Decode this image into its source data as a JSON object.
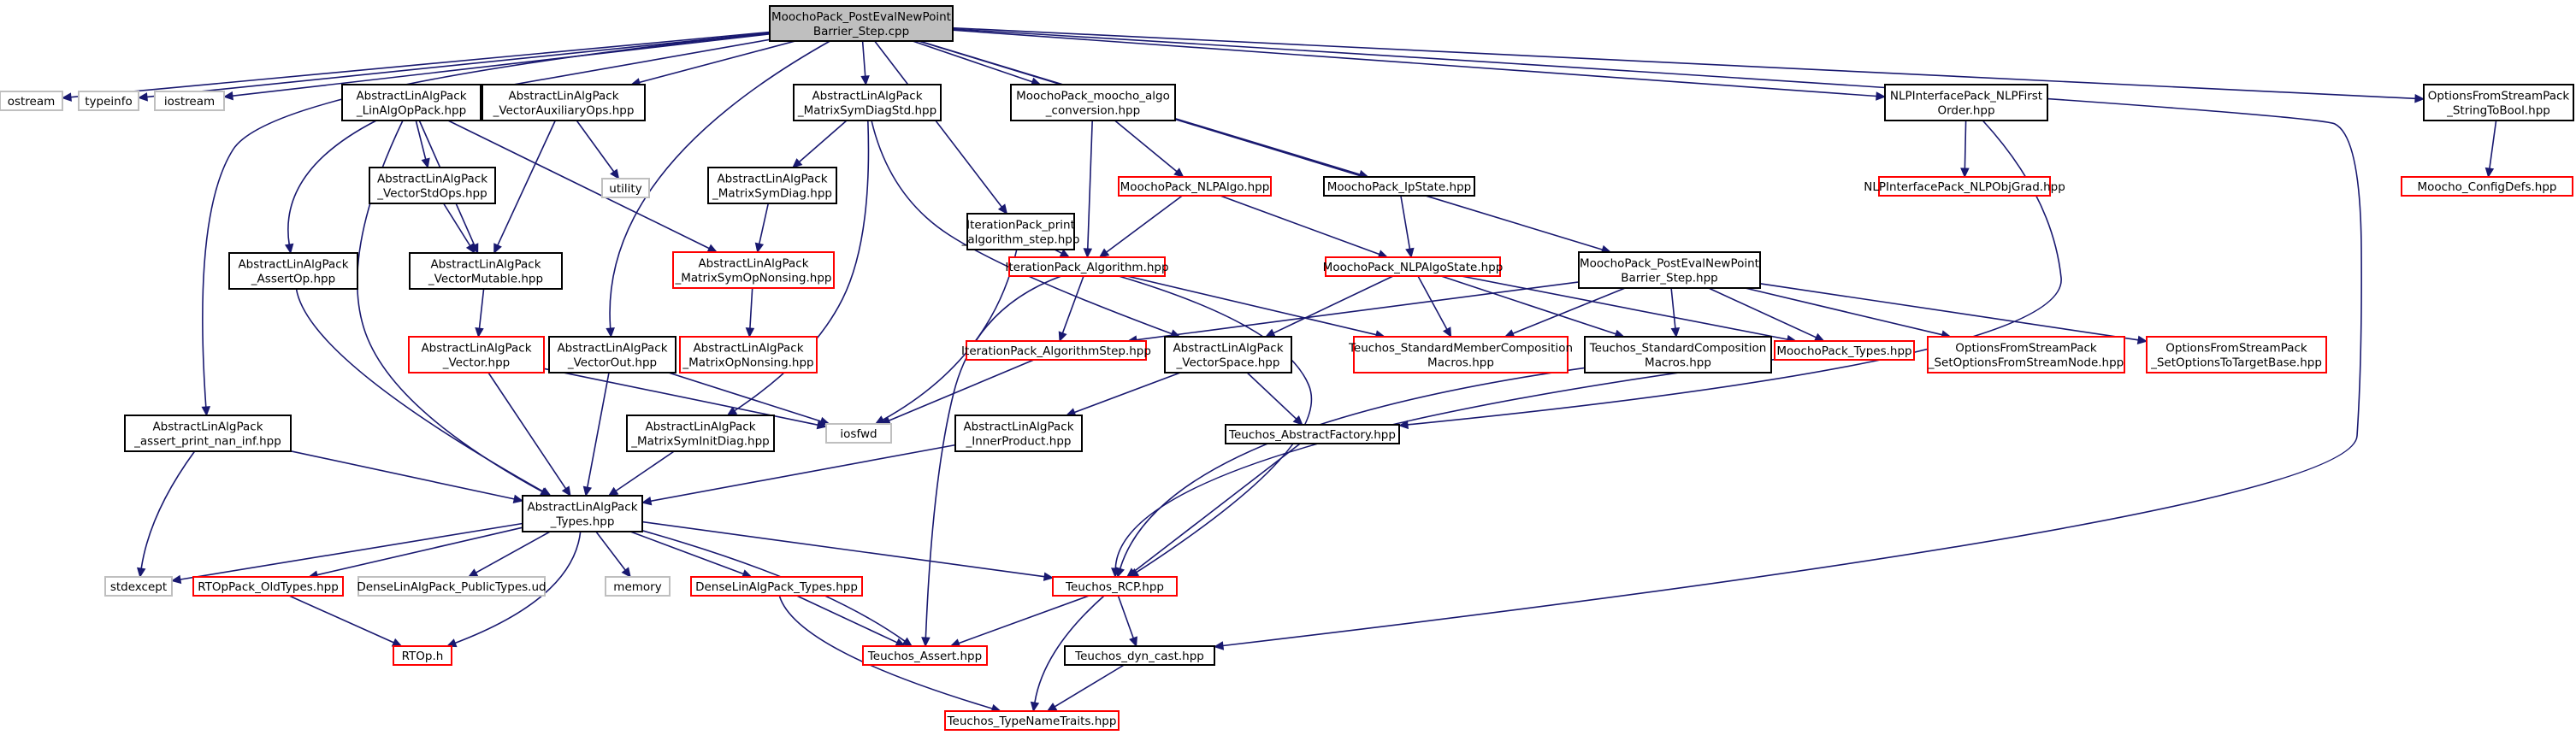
{
  "diagram": {
    "colors": {
      "edge": "#191970",
      "root_fill": "#bfbfbf",
      "root_border": "#000000",
      "documented_border": "#000000",
      "incomplete_border": "#ff0000",
      "external_border": "#bfbfbf"
    },
    "nodes": [
      {
        "id": "root",
        "lines": [
          "MoochoPack_PostEvalNewPoint",
          "Barrier_Step.cpp"
        ],
        "kind": "root"
      },
      {
        "id": "ostream",
        "lines": [
          "ostream"
        ],
        "kind": "external"
      },
      {
        "id": "typeinfo",
        "lines": [
          "typeinfo"
        ],
        "kind": "external"
      },
      {
        "id": "iostream",
        "lines": [
          "iostream"
        ],
        "kind": "external"
      },
      {
        "id": "linalgop",
        "lines": [
          "AbstractLinAlgPack",
          "_LinAlgOpPack.hpp"
        ],
        "kind": "documented"
      },
      {
        "id": "vecaux",
        "lines": [
          "AbstractLinAlgPack",
          "_VectorAuxiliaryOps.hpp"
        ],
        "kind": "documented"
      },
      {
        "id": "msdstd",
        "lines": [
          "AbstractLinAlgPack",
          "_MatrixSymDiagStd.hpp"
        ],
        "kind": "documented"
      },
      {
        "id": "itprint",
        "lines": [
          "IterationPack_print",
          "_algorithm_step.hpp"
        ],
        "kind": "documented"
      },
      {
        "id": "algoconv",
        "lines": [
          "MoochoPack_moocho_algo",
          "_conversion.hpp"
        ],
        "kind": "documented"
      },
      {
        "id": "nlpfirst",
        "lines": [
          "NLPInterfacePack_NLPFirst",
          "Order.hpp"
        ],
        "kind": "documented"
      },
      {
        "id": "stringtobool",
        "lines": [
          "OptionsFromStreamPack",
          "_StringToBool.hpp"
        ],
        "kind": "documented"
      },
      {
        "id": "vecstdops",
        "lines": [
          "AbstractLinAlgPack",
          "_VectorStdOps.hpp"
        ],
        "kind": "documented"
      },
      {
        "id": "utility",
        "lines": [
          "utility"
        ],
        "kind": "external"
      },
      {
        "id": "msdiag",
        "lines": [
          "AbstractLinAlgPack",
          "_MatrixSymDiag.hpp"
        ],
        "kind": "documented"
      },
      {
        "id": "nlpalgo",
        "lines": [
          "MoochoPack_NLPAlgo.hpp"
        ],
        "kind": "incomplete"
      },
      {
        "id": "ipstate",
        "lines": [
          "MoochoPack_IpState.hpp"
        ],
        "kind": "documented"
      },
      {
        "id": "nlpobjgrad",
        "lines": [
          "NLPInterfacePack_NLPObjGrad.hpp"
        ],
        "kind": "incomplete"
      },
      {
        "id": "configdefs",
        "lines": [
          "Moocho_ConfigDefs.hpp"
        ],
        "kind": "incomplete"
      },
      {
        "id": "assertop",
        "lines": [
          "AbstractLinAlgPack",
          "_AssertOp.hpp"
        ],
        "kind": "documented"
      },
      {
        "id": "vecmut",
        "lines": [
          "AbstractLinAlgPack",
          "_VectorMutable.hpp"
        ],
        "kind": "documented"
      },
      {
        "id": "msopnonsing",
        "lines": [
          "AbstractLinAlgPack",
          "_MatrixSymOpNonsing.hpp"
        ],
        "kind": "incomplete"
      },
      {
        "id": "italgo",
        "lines": [
          "IterationPack_Algorithm.hpp"
        ],
        "kind": "incomplete"
      },
      {
        "id": "nlpalgostate",
        "lines": [
          "MoochoPack_NLPAlgoState.hpp"
        ],
        "kind": "incomplete"
      },
      {
        "id": "barrierhpp",
        "lines": [
          "MoochoPack_PostEvalNewPoint",
          "Barrier_Step.hpp"
        ],
        "kind": "documented"
      },
      {
        "id": "vector",
        "lines": [
          "AbstractLinAlgPack",
          "_Vector.hpp"
        ],
        "kind": "incomplete"
      },
      {
        "id": "vecout",
        "lines": [
          "AbstractLinAlgPack",
          "_VectorOut.hpp"
        ],
        "kind": "documented"
      },
      {
        "id": "mopnonsing",
        "lines": [
          "AbstractLinAlgPack",
          "_MatrixOpNonsing.hpp"
        ],
        "kind": "incomplete"
      },
      {
        "id": "italgostep",
        "lines": [
          "IterationPack_AlgorithmStep.hpp"
        ],
        "kind": "incomplete"
      },
      {
        "id": "vecspace",
        "lines": [
          "AbstractLinAlgPack",
          "_VectorSpace.hpp"
        ],
        "kind": "documented"
      },
      {
        "id": "stdmembercomp",
        "lines": [
          "Teuchos_StandardMemberComposition",
          "Macros.hpp"
        ],
        "kind": "incomplete"
      },
      {
        "id": "stdcomp",
        "lines": [
          "Teuchos_StandardComposition",
          "Macros.hpp"
        ],
        "kind": "documented"
      },
      {
        "id": "mptypes",
        "lines": [
          "MoochoPack_Types.hpp"
        ],
        "kind": "incomplete"
      },
      {
        "id": "setoptnode",
        "lines": [
          "OptionsFromStreamPack",
          "_SetOptionsFromStreamNode.hpp"
        ],
        "kind": "incomplete"
      },
      {
        "id": "setopttarget",
        "lines": [
          "OptionsFromStreamPack",
          "_SetOptionsToTargetBase.hpp"
        ],
        "kind": "incomplete"
      },
      {
        "id": "iosfwd",
        "lines": [
          "iosfwd"
        ],
        "kind": "external"
      },
      {
        "id": "assertnan",
        "lines": [
          "AbstractLinAlgPack",
          "_assert_print_nan_inf.hpp"
        ],
        "kind": "documented"
      },
      {
        "id": "msinitdiag",
        "lines": [
          "AbstractLinAlgPack",
          "_MatrixSymInitDiag.hpp"
        ],
        "kind": "documented"
      },
      {
        "id": "innerprod",
        "lines": [
          "AbstractLinAlgPack",
          "_InnerProduct.hpp"
        ],
        "kind": "documented"
      },
      {
        "id": "absfactory",
        "lines": [
          "Teuchos_AbstractFactory.hpp"
        ],
        "kind": "documented"
      },
      {
        "id": "types",
        "lines": [
          "AbstractLinAlgPack",
          "_Types.hpp"
        ],
        "kind": "documented"
      },
      {
        "id": "stdexcept",
        "lines": [
          "stdexcept"
        ],
        "kind": "external"
      },
      {
        "id": "rtopold",
        "lines": [
          "RTOpPack_OldTypes.hpp"
        ],
        "kind": "incomplete"
      },
      {
        "id": "denseud",
        "lines": [
          "DenseLinAlgPack_PublicTypes.ud"
        ],
        "kind": "external"
      },
      {
        "id": "memory",
        "lines": [
          "memory"
        ],
        "kind": "external"
      },
      {
        "id": "densetypes",
        "lines": [
          "DenseLinAlgPack_Types.hpp"
        ],
        "kind": "incomplete"
      },
      {
        "id": "rcp",
        "lines": [
          "Teuchos_RCP.hpp"
        ],
        "kind": "incomplete"
      },
      {
        "id": "rtop",
        "lines": [
          "RTOp.h"
        ],
        "kind": "incomplete"
      },
      {
        "id": "tassert",
        "lines": [
          "Teuchos_Assert.hpp"
        ],
        "kind": "incomplete"
      },
      {
        "id": "dyncast",
        "lines": [
          "Teuchos_dyn_cast.hpp"
        ],
        "kind": "documented"
      },
      {
        "id": "typenametraits",
        "lines": [
          "Teuchos_TypeNameTraits.hpp"
        ],
        "kind": "incomplete"
      }
    ]
  }
}
